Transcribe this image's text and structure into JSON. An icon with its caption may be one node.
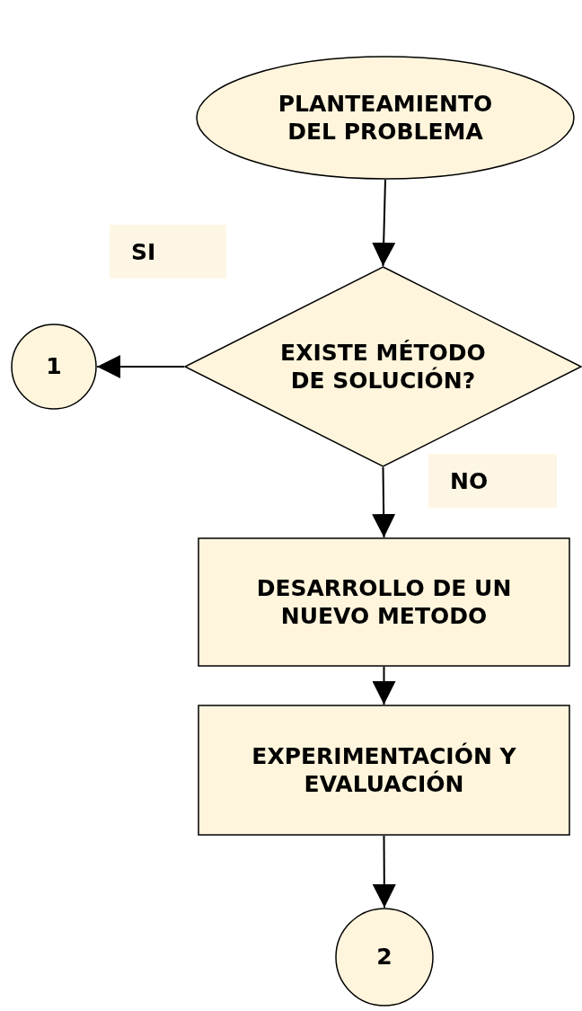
{
  "diagram": {
    "nodes": [
      {
        "text": [
          "PLANTEAMIENTO DEL PROBLEMA"
        ]
      },
      {
        "text": [
          "EXISTE MÉTODO DE SOLUCIÓN?"
        ]
      },
      {
        "text": [
          "1"
        ]
      },
      {
        "text": [
          "DESARROLLO DE UN NUEVO METODO"
        ]
      },
      {
        "text": [
          "EXPERIMENTACIÓN Y EVALUACIÓN"
        ]
      },
      {
        "text": [
          "2"
        ]
      }
    ],
    "edges": [
      {
        "from": 0,
        "to": 1,
        "arrow": "to"
      },
      {
        "from": 1,
        "to": 2,
        "arrow": "to",
        "label": "SI"
      },
      {
        "from": 1,
        "to": 3,
        "arrow": "to",
        "label": "NO"
      },
      {
        "from": 3,
        "to": 4,
        "arrow": "to"
      },
      {
        "from": 4,
        "to": 5,
        "arrow": "to"
      }
    ]
  }
}
